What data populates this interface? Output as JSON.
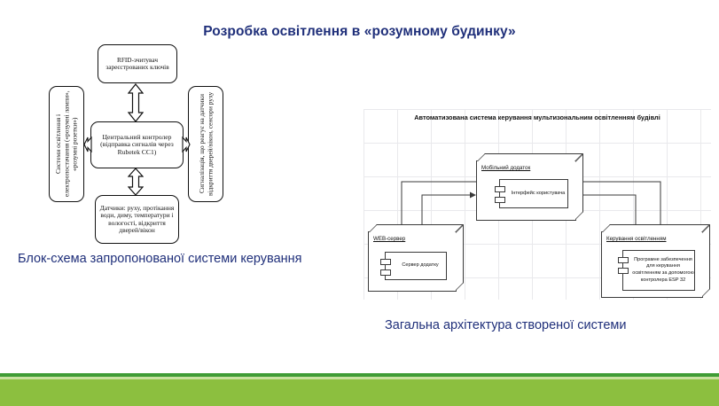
{
  "slide": {
    "title": "Розробка освітлення в «розумному будинку»",
    "title_color": "#1F2F7A",
    "caption_left": "Блок-схема запропонованої системи керування",
    "caption_right": "Загальна архітектура створеної системи",
    "accent_green_dark": "#3F9C35",
    "accent_green_light": "#8CBF3F"
  },
  "block_diagram": {
    "rfid": "RFID-зчитувач зареєстрованих ключів",
    "center": "Центральний контролер (відправка сигналів через Rubetek CC1)",
    "sensors": "Датчики: руху, протікання води, диму, температури і вологості, відкриття дверей/вікон",
    "lighting": "Системи освітлення і електропостачання («розумні лампи», «розумні розетки»)",
    "alarm": "Сигналізація, що реагує на датчики відкриття дверей/вікон, сенсори руху",
    "arrows": {
      "up": "double-arrow-up-icon",
      "down": "double-arrow-down-icon",
      "left": "double-arrow-left-icon",
      "right": "double-arrow-right-icon"
    }
  },
  "arch_diagram": {
    "title": "Автоматизована система керування мультизональним освітленням будівлі",
    "nodes": [
      {
        "label": "Мобільний додаток",
        "component": "Інтерфейс користувача"
      },
      {
        "label": "WEB-сервер",
        "component": "Сервер додатку"
      },
      {
        "label": "Керування освітленням",
        "component": "Програмне забезпечення для керування освітленням за допомогою контролера ESP 32"
      }
    ]
  }
}
